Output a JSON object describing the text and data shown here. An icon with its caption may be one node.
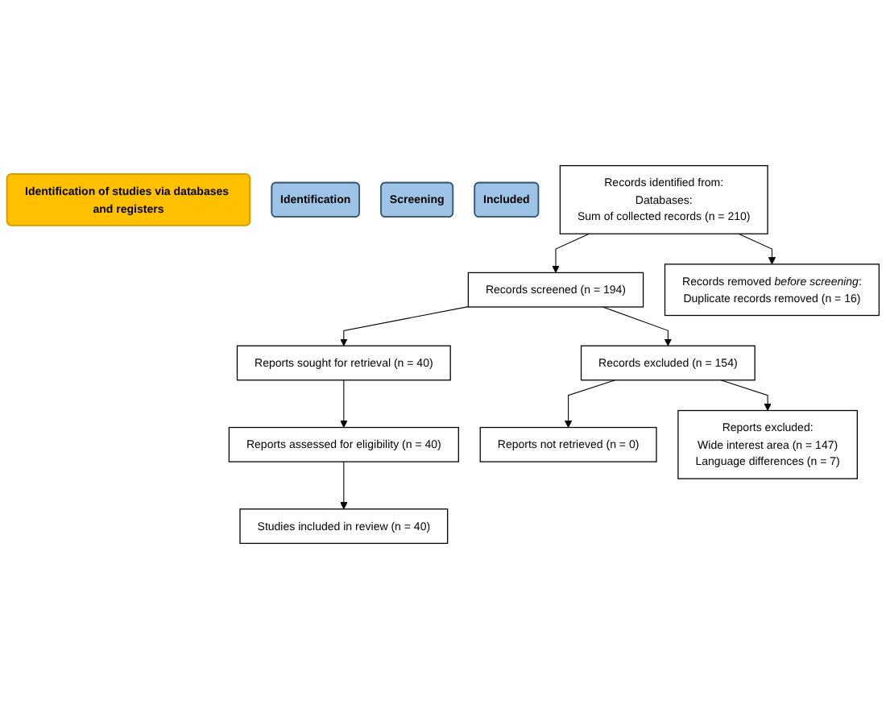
{
  "diagram": {
    "nodes": [
      {
        "text": [
          "Identification of studies via databases and registers"
        ]
      },
      {
        "text": [
          "Identification"
        ]
      },
      {
        "text": [
          "Records identified from:",
          "Databases:",
          "Sum of collected records (n = 210)"
        ]
      },
      {
        "text": [
          "Records removed *before screening*:",
          "Duplicate records removed (n = 16)"
        ]
      },
      {
        "text": [
          "Screening"
        ]
      },
      {
        "text": [
          "Records screened (n = 194)"
        ]
      },
      {
        "text": [
          "Records excluded (n = 154)"
        ]
      },
      {
        "text": [
          "Reports excluded:",
          "Wide interest area (n = 147)",
          "Language differences (n = 7)"
        ]
      },
      {
        "text": [
          "Reports sought for retrieval (n = 40)"
        ]
      },
      {
        "text": [
          "Reports not retrieved (n = 0)"
        ]
      },
      {
        "text": [
          "Reports assessed for eligibility (n = 40)"
        ]
      },
      {
        "text": [
          "Included"
        ]
      },
      {
        "text": [
          "Studies included in review (n = 40)"
        ]
      }
    ],
    "edges": [
      {
        "from": 2,
        "to": 3,
        "arrow": "to"
      },
      {
        "from": 2,
        "to": 5,
        "arrow": "to"
      },
      {
        "from": 5,
        "to": 6,
        "arrow": "to"
      },
      {
        "from": 6,
        "to": 7,
        "arrow": "to"
      },
      {
        "from": 6,
        "to": 9,
        "arrow": "to"
      },
      {
        "from": 5,
        "to": 8,
        "arrow": "to"
      },
      {
        "from": 8,
        "to": 10,
        "arrow": "to"
      },
      {
        "from": 10,
        "to": 12,
        "arrow": "to"
      }
    ]
  }
}
